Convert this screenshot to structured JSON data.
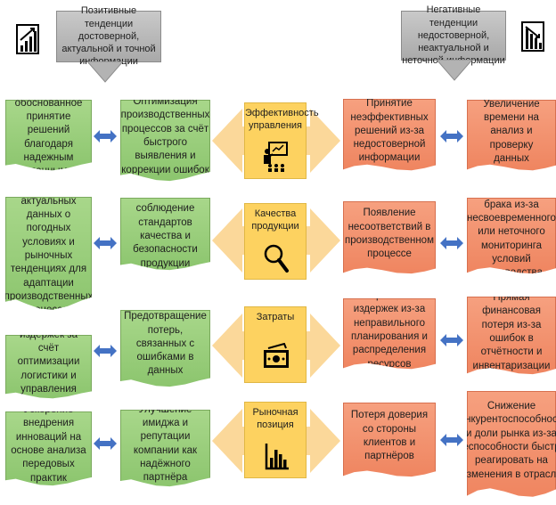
{
  "header": {
    "positive": "Позитивные тенденции достоверной, актуальной и точной информации",
    "negative": "Негативные тенденции недостоверной, неактуальной и неточной информации"
  },
  "colors": {
    "green": "#98cc7a",
    "red": "#f3936c",
    "yellow": "#fdd260",
    "arrow_blue": "#4472c4",
    "grey": "#b8b8b8"
  },
  "rows": [
    {
      "center": "Эффективность управления",
      "center_icon": "presentation-icon",
      "outer_left": "Более обоснованное принятие решений благодаря надежным данным",
      "inner_left": "Оптимизация производственных процессов за счёт быстрого выявления и коррекции ошибок",
      "inner_right": "Принятие неэффективных решений из-за недостоверной информации",
      "outer_right": "Увеличение времени на анализ и проверку данных"
    },
    {
      "center": "Качества продукции",
      "center_icon": "magnifier-icon",
      "outer_left": "Использование актуальных данных о погодных условиях и рыночных тенденциях для адаптации производственных процессов",
      "inner_left": "Точное соблюдение стандартов качества и безопасности продукции",
      "inner_right": "Появление несоответствий в производственном процессе",
      "outer_right": "Повышение доли брака из-за несвоевременного или неточного мониторинга условий производства."
    },
    {
      "center": "Затраты",
      "center_icon": "money-icon",
      "outer_left": "Сокращение издержек за счёт оптимизации логистики и управления запасами",
      "inner_left": "Предотвращение потерь, связанных с ошибками в данных",
      "inner_right": "Возрастание издержек из-за неправильного планирования и распределения ресурсов",
      "outer_right": "Прямая финансовая потеря из-за ошибок в отчётности и инвентаризации"
    },
    {
      "center": "Рыночная позиция",
      "center_icon": "bar-chart-icon",
      "outer_left": "Ускорение внедрения инноваций на основе анализа передовых практик",
      "inner_left": "Улучшение имиджа и репутации компании как надёжного партнёра",
      "inner_right": "Потеря доверия со стороны клиентов и партнёров",
      "outer_right": "Снижение конкурентоспособности и доли рынка из-за неспособности быстро реагировать на изменения в отрасли"
    }
  ]
}
